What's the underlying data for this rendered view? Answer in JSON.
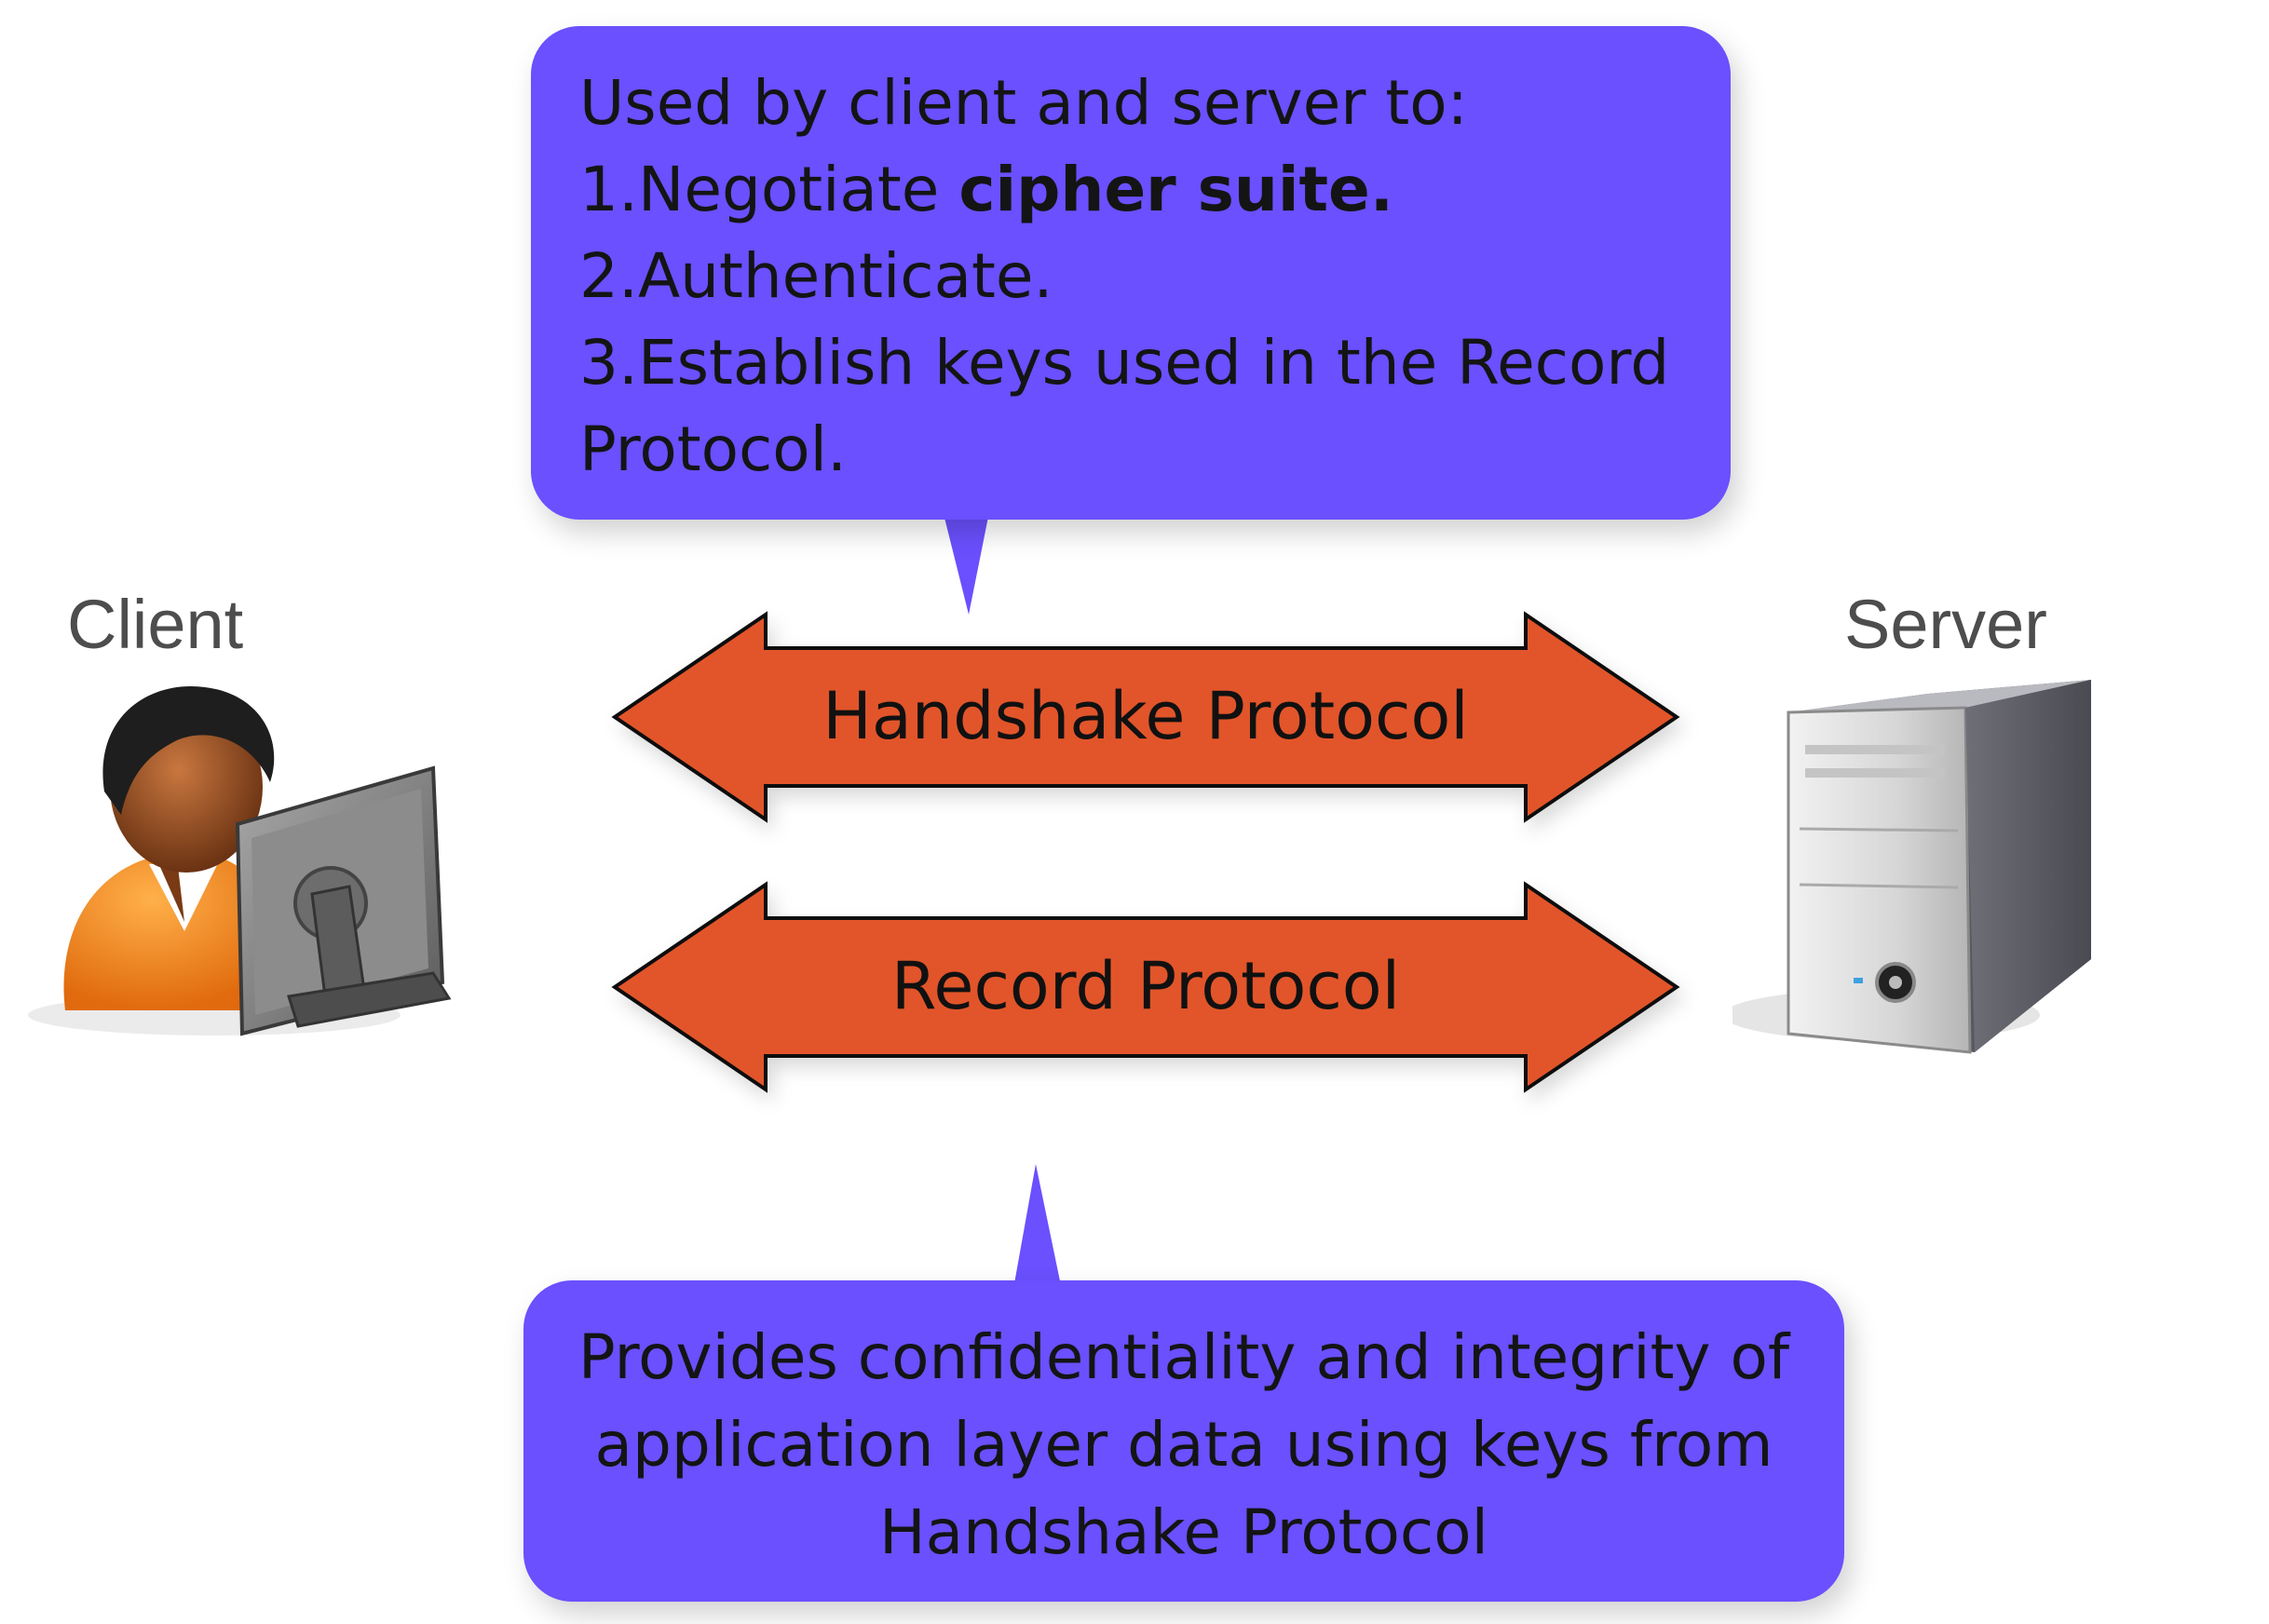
{
  "top_note": {
    "intro": "Used by client and server to:",
    "item1_prefix": "1.Negotiate ",
    "item1_bold": "cipher suite.",
    "item2": "2.Authenticate.",
    "item3_line1": "3.Establish keys used in the Record",
    "item3_line2": "Protocol."
  },
  "arrows": {
    "handshake": "Handshake Protocol",
    "record": "Record Protocol"
  },
  "bottom_note": {
    "line1": "Provides confidentiality and integrity  of",
    "line2": "application layer data using keys from",
    "line3": "Handshake Protocol"
  },
  "client": {
    "label": "Client",
    "icon": "user-at-computer-icon"
  },
  "server": {
    "label": "Server",
    "icon": "server-tower-icon"
  },
  "colors": {
    "bubble": "#6a50fe",
    "arrow": "#e2552b"
  }
}
